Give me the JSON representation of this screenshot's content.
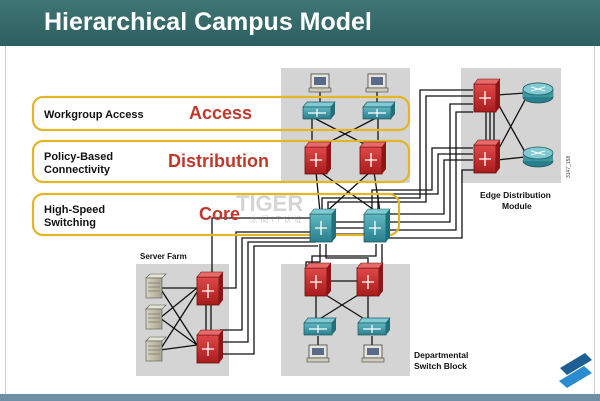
{
  "title": "Hierarchical Campus Model",
  "layers": [
    {
      "name": "Workgroup Access",
      "label": "Access"
    },
    {
      "name": "Policy-Based Connectivity",
      "label": "Distribution"
    },
    {
      "name": "High-Speed Switching",
      "label": "Core"
    }
  ],
  "layer_name_lines": {
    "policy_1": "Policy-Based",
    "policy_2": "Connectivity",
    "highspeed_1": "High-Speed",
    "highspeed_2": "Switching"
  },
  "blocks": {
    "server_farm": "Server Farm",
    "edge_1": "Edge Distribution",
    "edge_2": "Module",
    "dept_1": "Departmental",
    "dept_2": "Switch Block"
  },
  "figure_id": "3147_158",
  "watermark": {
    "text": "TIGER",
    "sub": "太 阁 I T 认 证"
  },
  "colors": {
    "title_bar": "#336a6b",
    "layer_border": "#e2b52a",
    "layer_label": "#c0392b",
    "router_red": "#c62828",
    "switch_teal": "#2e8b9a",
    "link": "#111111"
  },
  "logo": "brand-logo-icon"
}
